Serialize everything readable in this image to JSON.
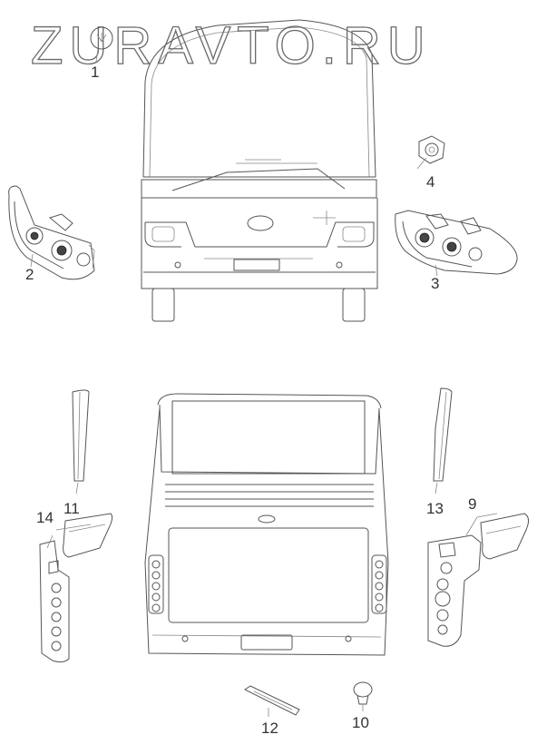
{
  "watermark": "ZURAVTO.RU",
  "callouts": {
    "c1": "1",
    "c2": "2",
    "c3": "3",
    "c4": "4",
    "c9": "9",
    "c10": "10",
    "c11": "11",
    "c12": "12",
    "c13": "13",
    "c14": "14"
  },
  "colors": {
    "line": "#555555",
    "light": "#888888",
    "dark": "#444444",
    "background": "#ffffff"
  }
}
